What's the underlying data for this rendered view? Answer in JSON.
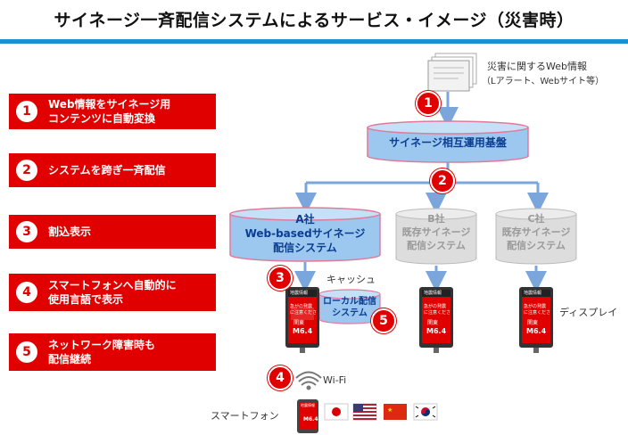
{
  "title": "サイネージ一斉配信システムによるサービス・イメージ（災害時）",
  "steps": [
    {
      "num": "1",
      "line1": "Web情報をサイネージ用",
      "line2": "コンテンツに自動変換"
    },
    {
      "num": "2",
      "line1": "システムを跨ぎ一斉配信",
      "line2": ""
    },
    {
      "num": "3",
      "line1": "割込表示",
      "line2": ""
    },
    {
      "num": "4",
      "line1": "スマートフォンへ自動的に",
      "line2": "使用言語で表示"
    },
    {
      "num": "5",
      "line1": "ネットワーク障害時も",
      "line2": "配信継続"
    }
  ],
  "source": {
    "line1": "災害に関するWeb情報",
    "line2": "（Lアラート、Webサイト等）"
  },
  "platform": {
    "label": "サイネージ相互運用基盤"
  },
  "systems": [
    {
      "line1": "A社",
      "line2": "Web-basedサイネージ",
      "line3": "配信システム"
    },
    {
      "line1": "B社",
      "line2": "既存サイネージ",
      "line3": "配信システム"
    },
    {
      "line1": "C社",
      "line2": "既存サイネージ",
      "line3": "配信システム"
    }
  ],
  "cache": {
    "label": "キャッシュ",
    "line1": "ローカル配信",
    "line2": "システム"
  },
  "labels": {
    "display": "ディスプレイ",
    "wifi": "Wi-Fi",
    "smartphone": "スマートフォン"
  },
  "screen": {
    "header": "地震情報",
    "msg1": "急がの発震",
    "msg2": "に注意くださ",
    "place": "関東",
    "mag": "M6.4"
  },
  "flags": [
    "japan-flag",
    "usa-flag",
    "china-flag",
    "korea-flag"
  ],
  "colors": {
    "red": "#e00000",
    "blue": "#1a8fd8",
    "arrow": "#7aa6dc",
    "cyl_blue": "#9cc8ef",
    "cyl_gray": "#dddddd"
  }
}
